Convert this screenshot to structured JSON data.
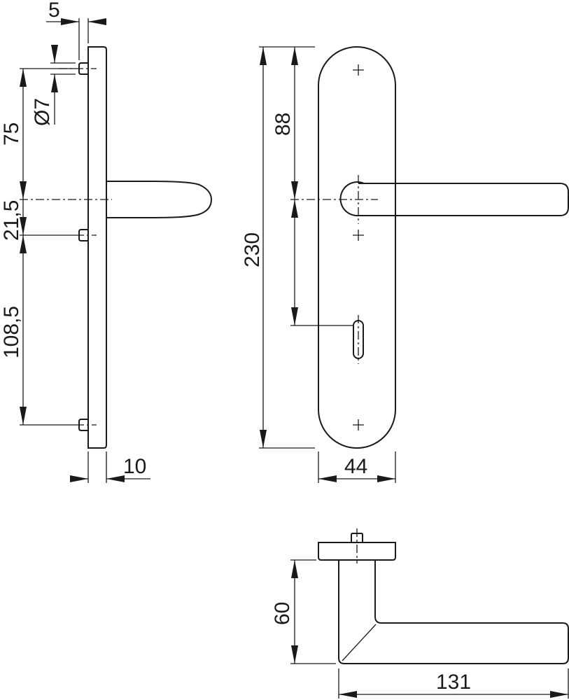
{
  "drawing": {
    "dimensions": {
      "rose_offset": "5",
      "pin_diameter": "Ø7",
      "top_to_handle": "75",
      "handle_to_screw": "21,5",
      "screw_to_bottom_screw": "108,5",
      "plate_thickness": "10",
      "plate_height": "230",
      "top_to_spindle": "88",
      "plate_width": "44",
      "handle_projection": "60",
      "handle_length": "131"
    },
    "line_color": "#1a1a1a"
  }
}
